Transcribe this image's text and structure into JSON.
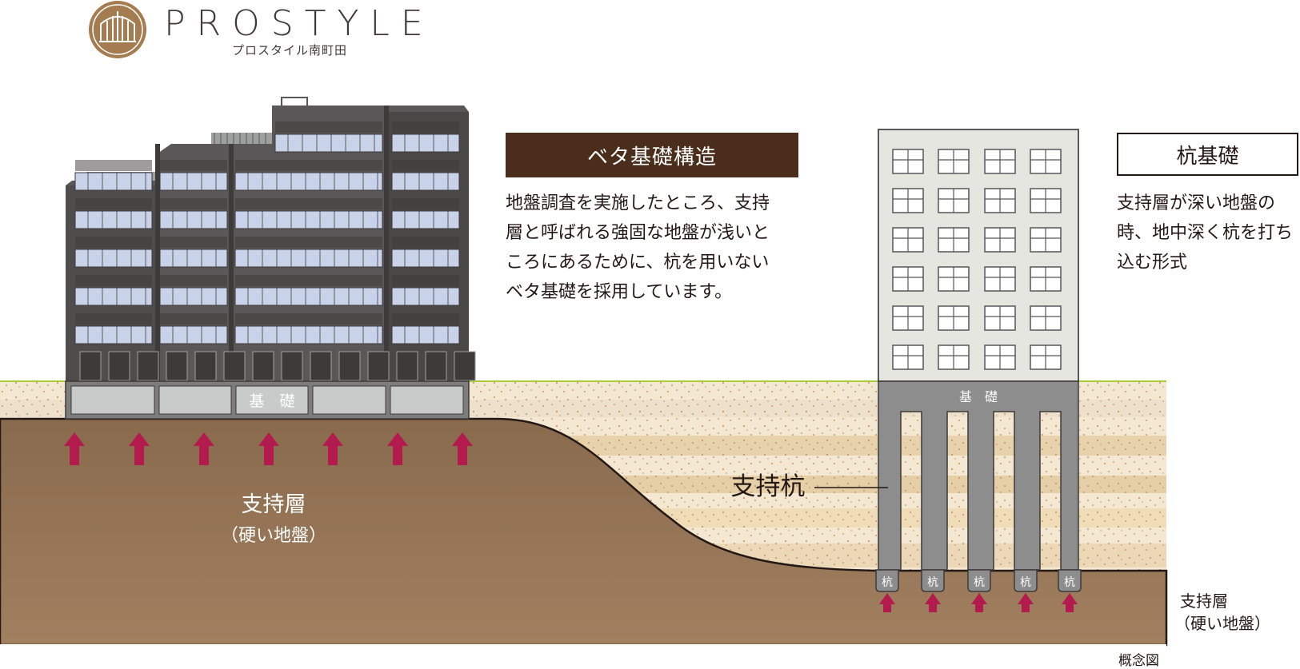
{
  "logo": {
    "wordmark": "PROSTYLE",
    "subtitle": "プロスタイル南町田"
  },
  "left_panel": {
    "heading": "ベタ基礎構造",
    "description": "地盤調査を実施したところ、支持\n層と呼ばれる強固な地盤が浅いと\nころにあるために、杭を用いない\nベタ基礎を採用しています。"
  },
  "right_panel": {
    "heading": "杭基礎",
    "description": "支持層が深い地盤の\n時、地中深く杭を打ち\n込む形式"
  },
  "diagram": {
    "foundation_label": "基　礎",
    "foundation_label_right": "基　礎",
    "bearing_layer_left": "支持層",
    "bearing_layer_left_sub": "（硬い地盤）",
    "support_pile_label": "支持杭",
    "pile_labels": [
      "杭",
      "杭",
      "杭",
      "杭",
      "杭"
    ],
    "bearing_layer_right": "支持層",
    "bearing_layer_right_sub": "（硬い地盤）",
    "note": "概念図"
  },
  "colors": {
    "brown_heading": "#4a2e1b",
    "bearing_layer": "#957457",
    "arrow": "#b31b4f",
    "concrete": "#8d8d8d",
    "building_dark": "#595757",
    "glass": "#c8d3ea",
    "grass": "#a9cd3a"
  }
}
